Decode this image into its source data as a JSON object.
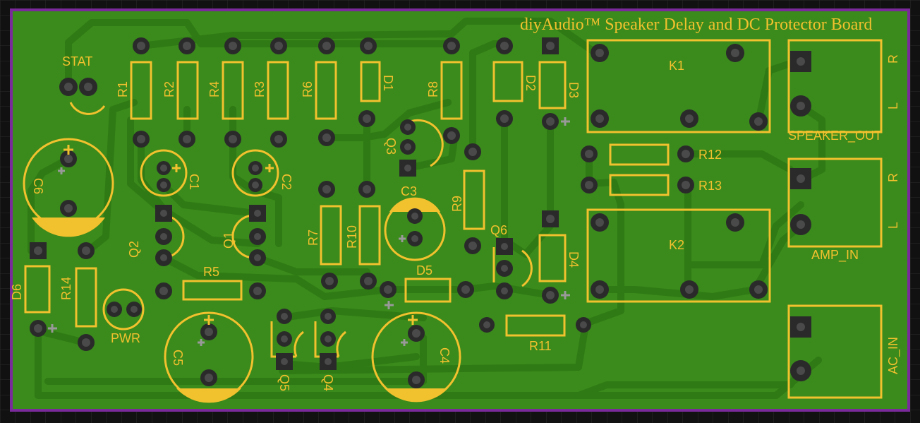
{
  "board": {
    "title": "diyAudio™ Speaker Delay and DC Protector Board",
    "colors": {
      "background": "#111111",
      "outline": "#7a2a9a",
      "copper_pour": "#3a8a1c",
      "traces": "#2f7a14",
      "silkscreen": "#f2c12e",
      "pads": "#2a2a2a"
    }
  },
  "labels": {
    "stat": "STAT",
    "pwr": "PWR",
    "r1": "R1",
    "r2": "R2",
    "r3": "R3",
    "r4": "R4",
    "r5": "R5",
    "r6": "R6",
    "r7": "R7",
    "r8": "R8",
    "r9": "R9",
    "r10": "R10",
    "r11": "R11",
    "r12": "R12",
    "r13": "R13",
    "r14": "R14",
    "d1": "D1",
    "d2": "D2",
    "d3": "D3",
    "d4": "D4",
    "d5": "D5",
    "d6": "D6",
    "c1": "C1",
    "c2": "C2",
    "c3": "C3",
    "c4": "C4",
    "c5": "C5",
    "c6": "C6",
    "q1": "Q1",
    "q2": "Q2",
    "q3": "Q3",
    "q4": "Q4",
    "q5": "Q5",
    "q6": "Q6",
    "k1": "K1",
    "k2": "K2",
    "speaker_out": "SPEAKER_OUT",
    "amp_in": "AMP_IN",
    "ac_in": "AC_IN",
    "r_top": "R",
    "l_top": "L",
    "r_mid": "R",
    "l_mid": "L"
  }
}
